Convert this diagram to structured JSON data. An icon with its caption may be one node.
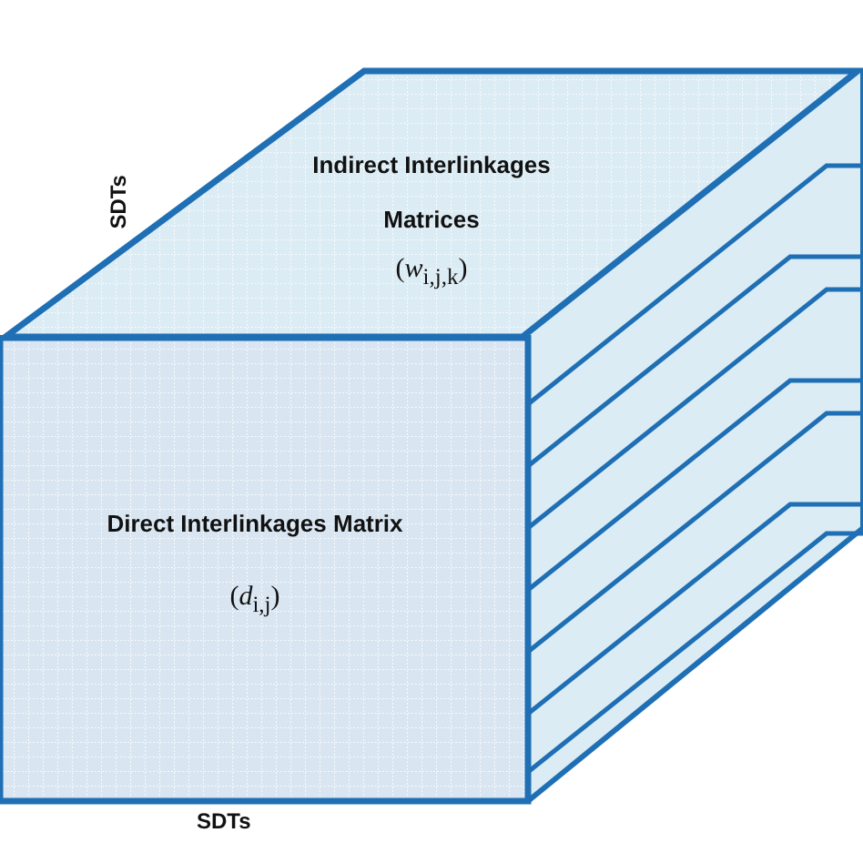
{
  "diagram": {
    "nodes": [
      {
        "text": [
          "Indirect Interlinkages Matrices",
          "(*w*$_{i,j,k}$)"
        ]
      },
      {
        "text": [
          "Direct Interlinkages Matrix",
          "(*d*$_{i,j}$)"
        ]
      }
    ],
    "labels": [
      "SDTs",
      "SDTs"
    ]
  }
}
